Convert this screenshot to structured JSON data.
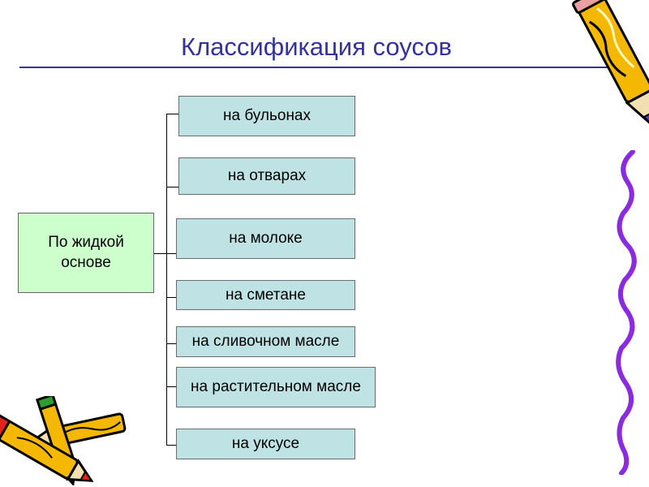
{
  "slide": {
    "title": "Классификация соусов"
  },
  "diagram": {
    "root": "По жидкой основе",
    "children": [
      "на бульонах",
      "на отварах",
      "на молоке",
      "на сметане",
      "на сливочном масле",
      "на растительном масле",
      "на уксусе"
    ]
  },
  "colors": {
    "title": "#333399",
    "root_fill": "#ccffcc",
    "node_fill": "#bfe3e4",
    "pencil_body": "#f5b800",
    "pencil_tip": "#6a2dbf",
    "squiggle": "#8a2be2"
  },
  "icons": [
    "pencil-icon",
    "pencils-icon",
    "squiggle-line"
  ]
}
